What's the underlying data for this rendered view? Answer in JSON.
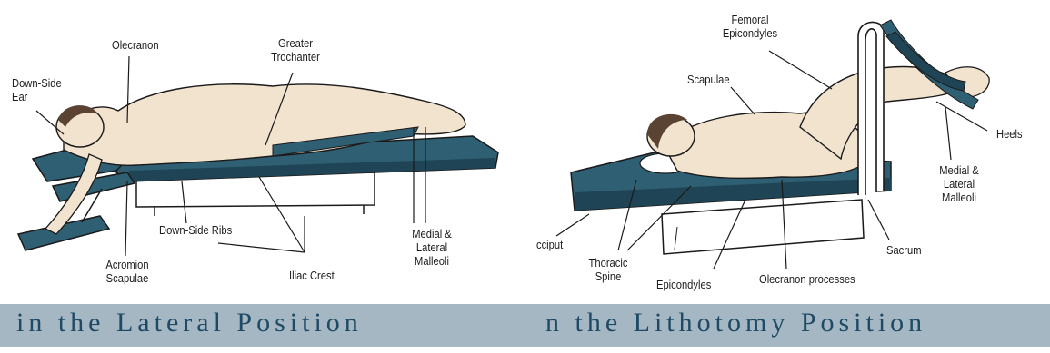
{
  "lateral": {
    "labels": {
      "down_side_ear": "Down-Side\nEar",
      "olecranon": "Olecranon",
      "greater_trochanter": "Greater\nTrochanter",
      "down_side_ribs": "Down-Side Ribs",
      "acromion_scapulae": "Acromion\nScapulae",
      "iliac_crest": "Iliac Crest",
      "medial_lateral_malleoli": "Medial &\nLateral\nMalleoli"
    },
    "caption": "in the Lateral Position"
  },
  "lithotomy": {
    "labels": {
      "femoral_epicondyles": "Femoral\nEpicondyles",
      "scapulae": "Scapulae",
      "heels": "Heels",
      "medial_lateral_malleoli": "Medial &\nLateral\nMalleoli",
      "occiput": "cciput",
      "sacrum": "Sacrum",
      "thoracic_spine": "Thoracic\nSpine",
      "epicondyles": "Epicondyles",
      "olecranon_processes": "Olecranon processes"
    },
    "caption": "n the Lithotomy Position"
  },
  "colors": {
    "table_top": "#2f5f73",
    "table_dark": "#1f4455",
    "skin": "#f2e3cf",
    "outline": "#1a1a1a",
    "caption_band": "#a5b7c3",
    "caption_text": "#1e4a66"
  }
}
